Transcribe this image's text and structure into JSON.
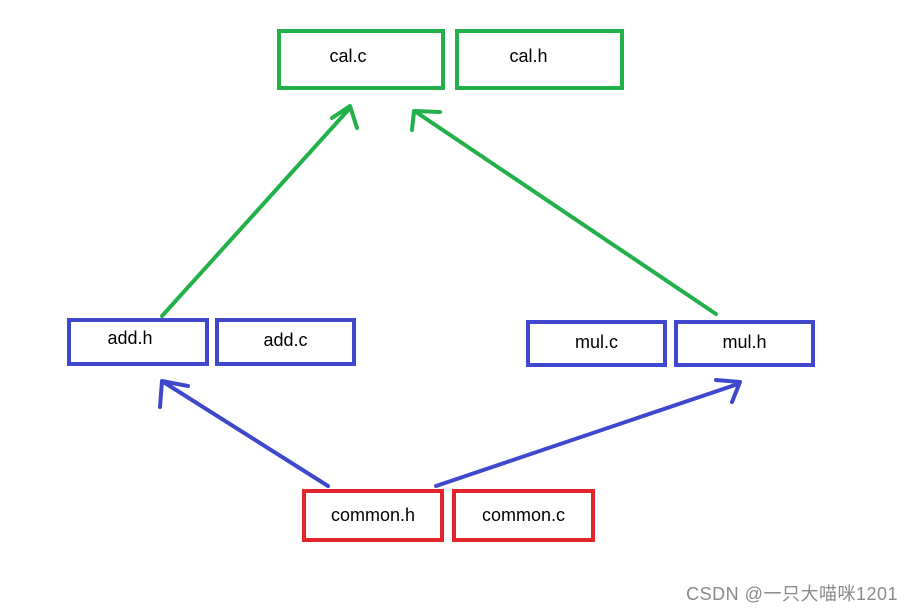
{
  "colors": {
    "green": "#22b04a",
    "blue": "#3f48cc",
    "red": "#e0262b",
    "watermark": "#8a8a8a"
  },
  "boxes": {
    "cal_c": "cal.c",
    "cal_h": "cal.h",
    "add_h": "add.h",
    "add_c": "add.c",
    "mul_c": "mul.c",
    "mul_h": "mul.h",
    "common_h": "common.h",
    "common_c": "common.c"
  },
  "watermark": "CSDN @一只大喵咪1201"
}
